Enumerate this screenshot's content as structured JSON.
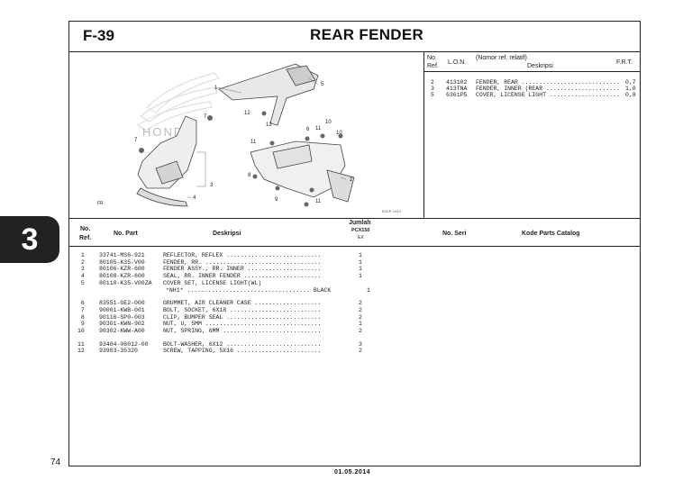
{
  "page": {
    "code": "F-39",
    "title": "REAR FENDER",
    "chapter": "3",
    "page_number": "74",
    "date": "01.05.2014",
    "diagram_code": "E4CP-1443",
    "watermark": "HONDA"
  },
  "ref_table": {
    "headers": {
      "no_ref": "No.\nRef.",
      "lon": "L.O.N.",
      "nomor": "(Nomor ref. relatif)",
      "deskripsi": "Deskripsi",
      "frt": "F.R.T."
    },
    "rows": [
      {
        "ref": "2",
        "lon": "413102",
        "desc": "FENDER, REAR",
        "frt": "0,7"
      },
      {
        "ref": "3",
        "lon": "413TNA",
        "desc": "FENDER, INNER (REAR",
        "frt": "1,0"
      },
      {
        "ref": "5",
        "lon": "6361P5",
        "desc": "COVER, LICENSE LIGHT",
        "frt": "0,8"
      }
    ]
  },
  "parts_table": {
    "headers": {
      "no_ref_1": "No.",
      "no_ref_2": "Ref.",
      "no_part": "No. Part",
      "deskripsi": "Deskripsi",
      "jumlah": "Jumlah",
      "model": "PCX150",
      "sub": "EX",
      "no_seri": "No. Seri",
      "kode": "Kode Parts Catalog"
    },
    "rows": [
      {
        "ref": "1",
        "part": "33741-MS6-921",
        "desc": "REFLECTOR, REFLEX",
        "qty": "1"
      },
      {
        "ref": "2",
        "part": "80105-K35-V00",
        "desc": "FENDER, RR.",
        "qty": "1"
      },
      {
        "ref": "3",
        "part": "80106-KZR-600",
        "desc": "FENDER ASSY., RR. INNER",
        "qty": "1"
      },
      {
        "ref": "4",
        "part": "80108-KZR-600",
        "desc": "SEAL, RR. INNER FENDER",
        "qty": "1"
      },
      {
        "ref": "5",
        "part": "80110-K35-V00ZA",
        "desc": "COVER SET, LICENSE LIGHT(WL)",
        "qty": ""
      },
      {
        "ref": "",
        "part": "",
        "desc": "*NH1*",
        "color": "BLACK",
        "qty": "1"
      },
      {
        "ref": "6",
        "part": "83551-GE2-000",
        "desc": "GRUMMET, AIR CLEANER CASE",
        "qty": "2"
      },
      {
        "ref": "7",
        "part": "90001-KWB-001",
        "desc": "BOLT, SOCKET, 6X18",
        "qty": "2"
      },
      {
        "ref": "8",
        "part": "90116-SP0-003",
        "desc": "CLIP, BUMPER SEAL",
        "qty": "2"
      },
      {
        "ref": "9",
        "part": "90301-KWN-902",
        "desc": "NUT, U, 5MM",
        "qty": "1"
      },
      {
        "ref": "10",
        "part": "90302-KWW-A00",
        "desc": "NUT, SPRING, 6MM",
        "qty": "2"
      },
      {
        "ref": "11",
        "part": "93404-06012-00",
        "desc": "BOLT-WASHER, 6X12",
        "qty": "3"
      },
      {
        "ref": "12",
        "part": "93903-35320",
        "desc": "SCREW, TAPPING, 5X16",
        "qty": "2"
      }
    ]
  },
  "callouts": [
    "1",
    "2",
    "3",
    "4",
    "5",
    "6",
    "7",
    "7",
    "8",
    "9",
    "10",
    "10",
    "11",
    "11",
    "11",
    "12",
    "12",
    "FR."
  ]
}
